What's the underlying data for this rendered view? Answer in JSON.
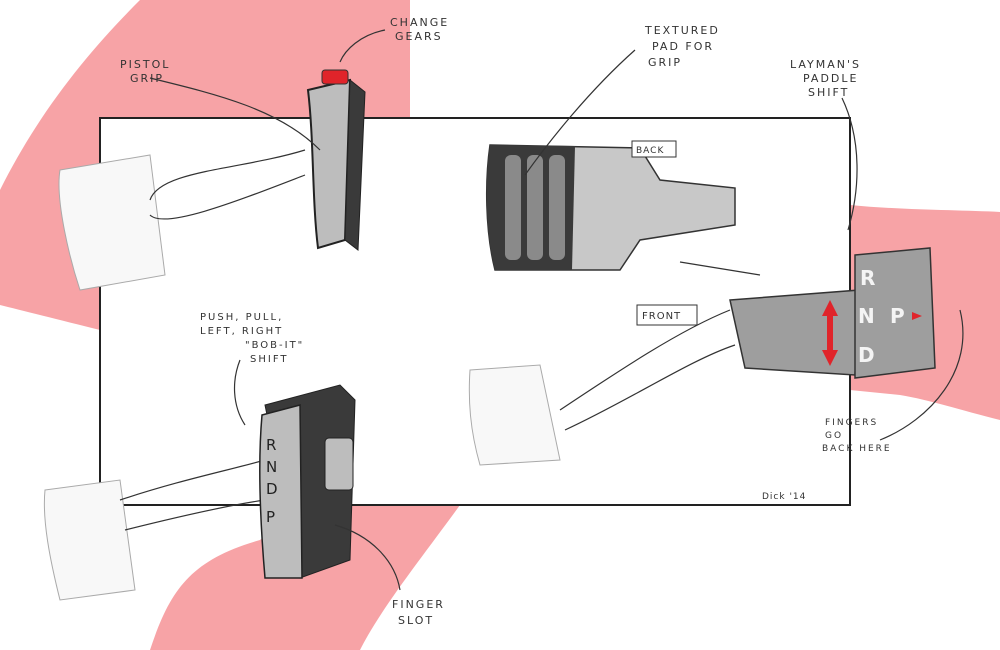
{
  "colors": {
    "accent_pink": "#f7a3a6",
    "button_red": "#e0242a",
    "grip_grey": "#bdbdbd",
    "dark_grey": "#3a3a3a"
  },
  "labels": {
    "pistol_grip": [
      "PISTOL",
      "GRIP"
    ],
    "change_gears": [
      "CHANGE",
      "GEARS"
    ],
    "textured_pad": [
      "TEXTURED",
      "PAD  FOR",
      "GRIP"
    ],
    "paddle_shift": [
      "LAYMAN'S",
      "PADDLE",
      "SHIFT"
    ],
    "back": "BACK",
    "front": "FRONT",
    "bob_it": [
      "PUSH, PULL,",
      "LEFT, RIGHT",
      "\"BOB-IT\"",
      "SHIFT"
    ],
    "fingers_back": [
      "FINGERS",
      "GO",
      "BACK HERE"
    ],
    "finger_slot": [
      "FINGER",
      "SLOT"
    ],
    "signature": "Dick '14"
  },
  "paddle_gears": [
    "R",
    "N",
    "P",
    "D"
  ],
  "bob_gears": [
    "R",
    "N",
    "D",
    "P"
  ]
}
